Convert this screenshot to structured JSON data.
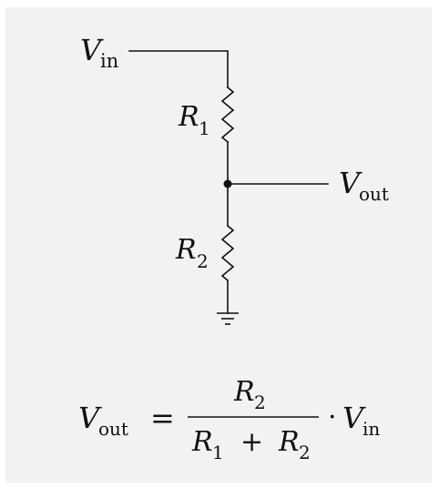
{
  "labels": {
    "vin": {
      "main": "V",
      "sub": "in"
    },
    "r1": {
      "main": "R",
      "sub": "1"
    },
    "vout": {
      "main": "V",
      "sub": "out"
    },
    "r2": {
      "main": "R",
      "sub": "2"
    }
  },
  "formula": {
    "lhs": {
      "main": "V",
      "sub": "out"
    },
    "equals": "=",
    "numerator": {
      "main": "R",
      "sub": "2"
    },
    "denominator": {
      "a": {
        "main": "R",
        "sub": "1"
      },
      "plus": "+",
      "b": {
        "main": "R",
        "sub": "2"
      }
    },
    "dot": "·",
    "rhs": {
      "main": "V",
      "sub": "in"
    }
  },
  "colors": {
    "background": "#f2f2f2",
    "ink": "#111111"
  }
}
